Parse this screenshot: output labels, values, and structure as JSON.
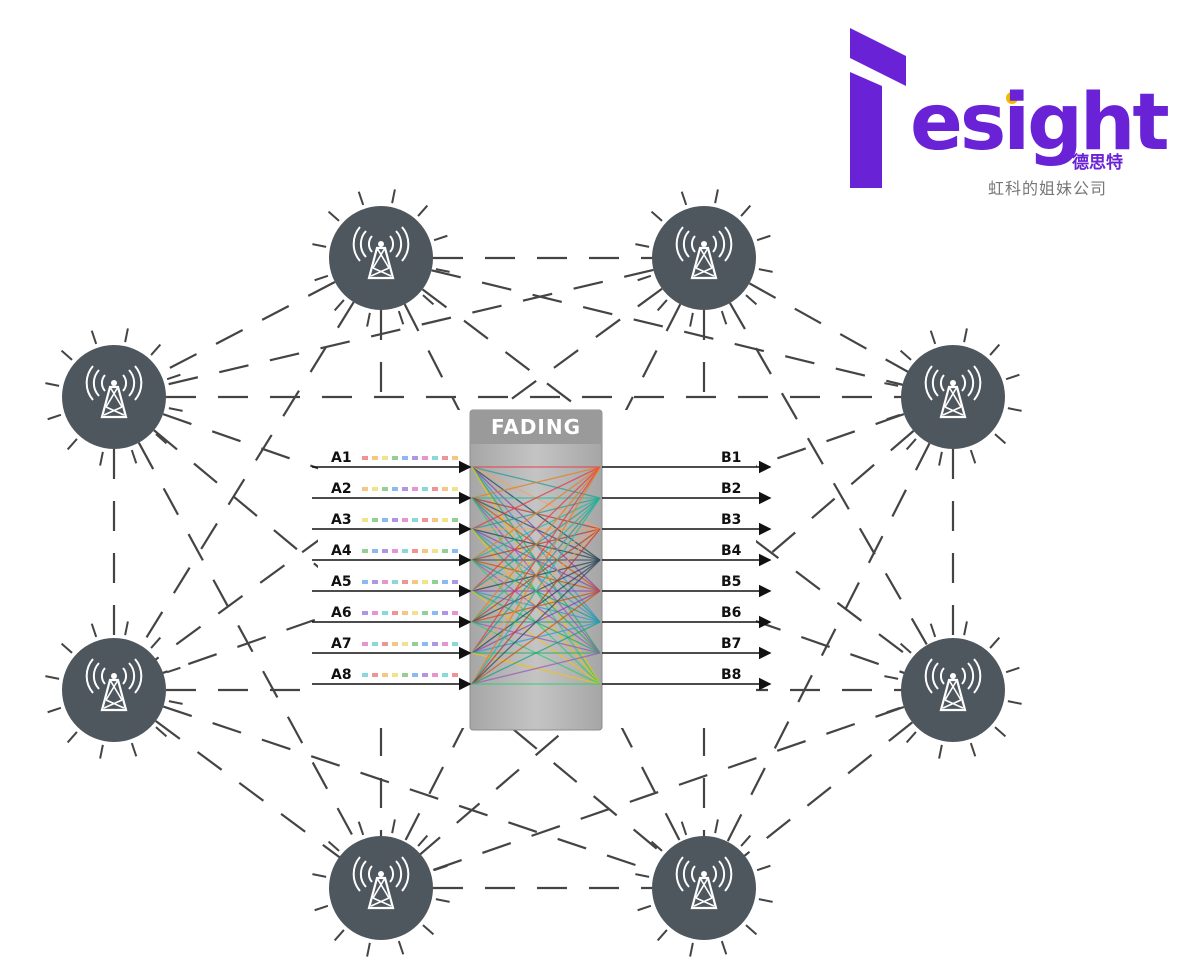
{
  "logo": {
    "wordmark": "esight",
    "subtitle_cn": "德思特",
    "tagline_cn": "虹科的姐妹公司",
    "color": "#6a22d6",
    "accent_dot_color": "#f5b800"
  },
  "fading_box": {
    "title": "FADING",
    "inputs": [
      "A1",
      "A2",
      "A3",
      "A4",
      "A5",
      "A6",
      "A7",
      "A8"
    ],
    "outputs": [
      "B1",
      "B2",
      "B3",
      "B4",
      "B5",
      "B6",
      "B7",
      "B8"
    ]
  },
  "nodes": {
    "count": 8,
    "icon": "cell-tower-icon",
    "color": "#4f575e"
  },
  "colors": {
    "node_fill": "#4f575e",
    "link_dash": "#444444",
    "box_fill": "#b3b3b3",
    "box_header": "#9c9c9c"
  }
}
